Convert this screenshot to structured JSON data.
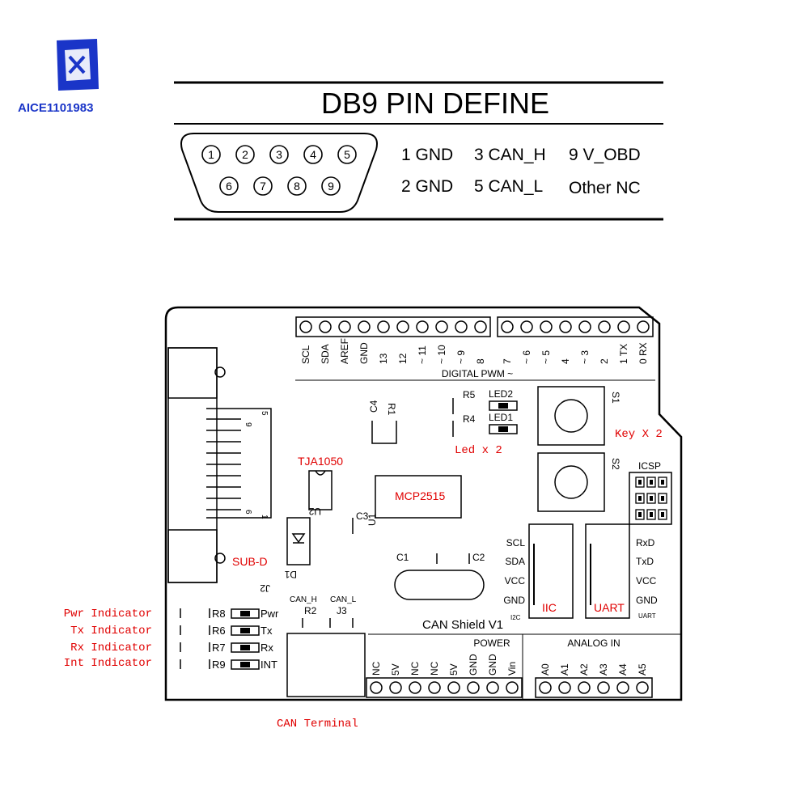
{
  "logo": {
    "text": "AICE1101983",
    "color": "#1a35c8"
  },
  "db9": {
    "title": "DB9 PIN DEFINE",
    "pins_top": [
      "1",
      "2",
      "3",
      "4",
      "5"
    ],
    "pins_bottom": [
      "6",
      "7",
      "8",
      "9"
    ],
    "defs_row1": [
      "1 GND",
      "3 CAN_H",
      "9 V_OBD"
    ],
    "defs_row2": [
      "2 GND",
      "5 CAN_L",
      "Other NC"
    ]
  },
  "board": {
    "digital_pins": [
      "SCL",
      "SDA",
      "AREF",
      "GND",
      "13",
      "12",
      "~ 11",
      "~ 10",
      "~ 9",
      "8",
      "7",
      "~ 6",
      "~ 5",
      "4",
      "~ 3",
      "2",
      "1 TX",
      "0 RX"
    ],
    "digital_label": "DIGITAL PWM ~",
    "power_pins": [
      "NC",
      "5V",
      "NC",
      "NC",
      "5V",
      "GND",
      "GND",
      "Vin"
    ],
    "power_label": "POWER",
    "analog_pins": [
      "A0",
      "A1",
      "A2",
      "A3",
      "A4",
      "A5"
    ],
    "analog_label": "ANALOG IN",
    "shield_name": "CAN Shield V1",
    "components": {
      "c4": "C4",
      "r1": "R1",
      "r5": "R5",
      "r4": "R4",
      "led2": "LED2",
      "led1": "LED1",
      "s1": "S1",
      "s2": "S2",
      "icsp": "ICSP",
      "u2": "U2",
      "u1": "U1",
      "c3": "C3",
      "d1": "D1",
      "j2": "J2",
      "c1": "C1",
      "c2": "C2",
      "r2": "R2",
      "j3": "J3",
      "can_h": "CAN_H",
      "can_l": "CAN_L",
      "i2c": "I2C",
      "uart_small": "UART",
      "sub_d_9": "9",
      "sub_d_5": "5",
      "sub_d_6": "6",
      "sub_d_1": "1"
    },
    "indicators": [
      {
        "ref": "R8",
        "name": "Pwr"
      },
      {
        "ref": "R6",
        "name": "Tx"
      },
      {
        "ref": "R7",
        "name": "Rx"
      },
      {
        "ref": "R9",
        "name": "INT"
      }
    ],
    "iic_pins": [
      "SCL",
      "SDA",
      "VCC",
      "GND"
    ],
    "uart_pins": [
      "RxD",
      "TxD",
      "VCC",
      "GND"
    ]
  },
  "annotations": {
    "tja1050": "TJA1050",
    "mcp2515": "MCP2515",
    "sub_d": "SUB-D",
    "led_x2": "Led x 2",
    "key_x2": "Key X 2",
    "iic": "IIC",
    "uart": "UART",
    "pwr_indicator": "Pwr Indicator",
    "tx_indicator": "Tx Indicator",
    "rx_indicator": "Rx Indicator",
    "int_indicator": "Int Indicator",
    "can_terminal": "CAN Terminal"
  },
  "colors": {
    "annotation": "#e00000",
    "line": "#000000"
  }
}
